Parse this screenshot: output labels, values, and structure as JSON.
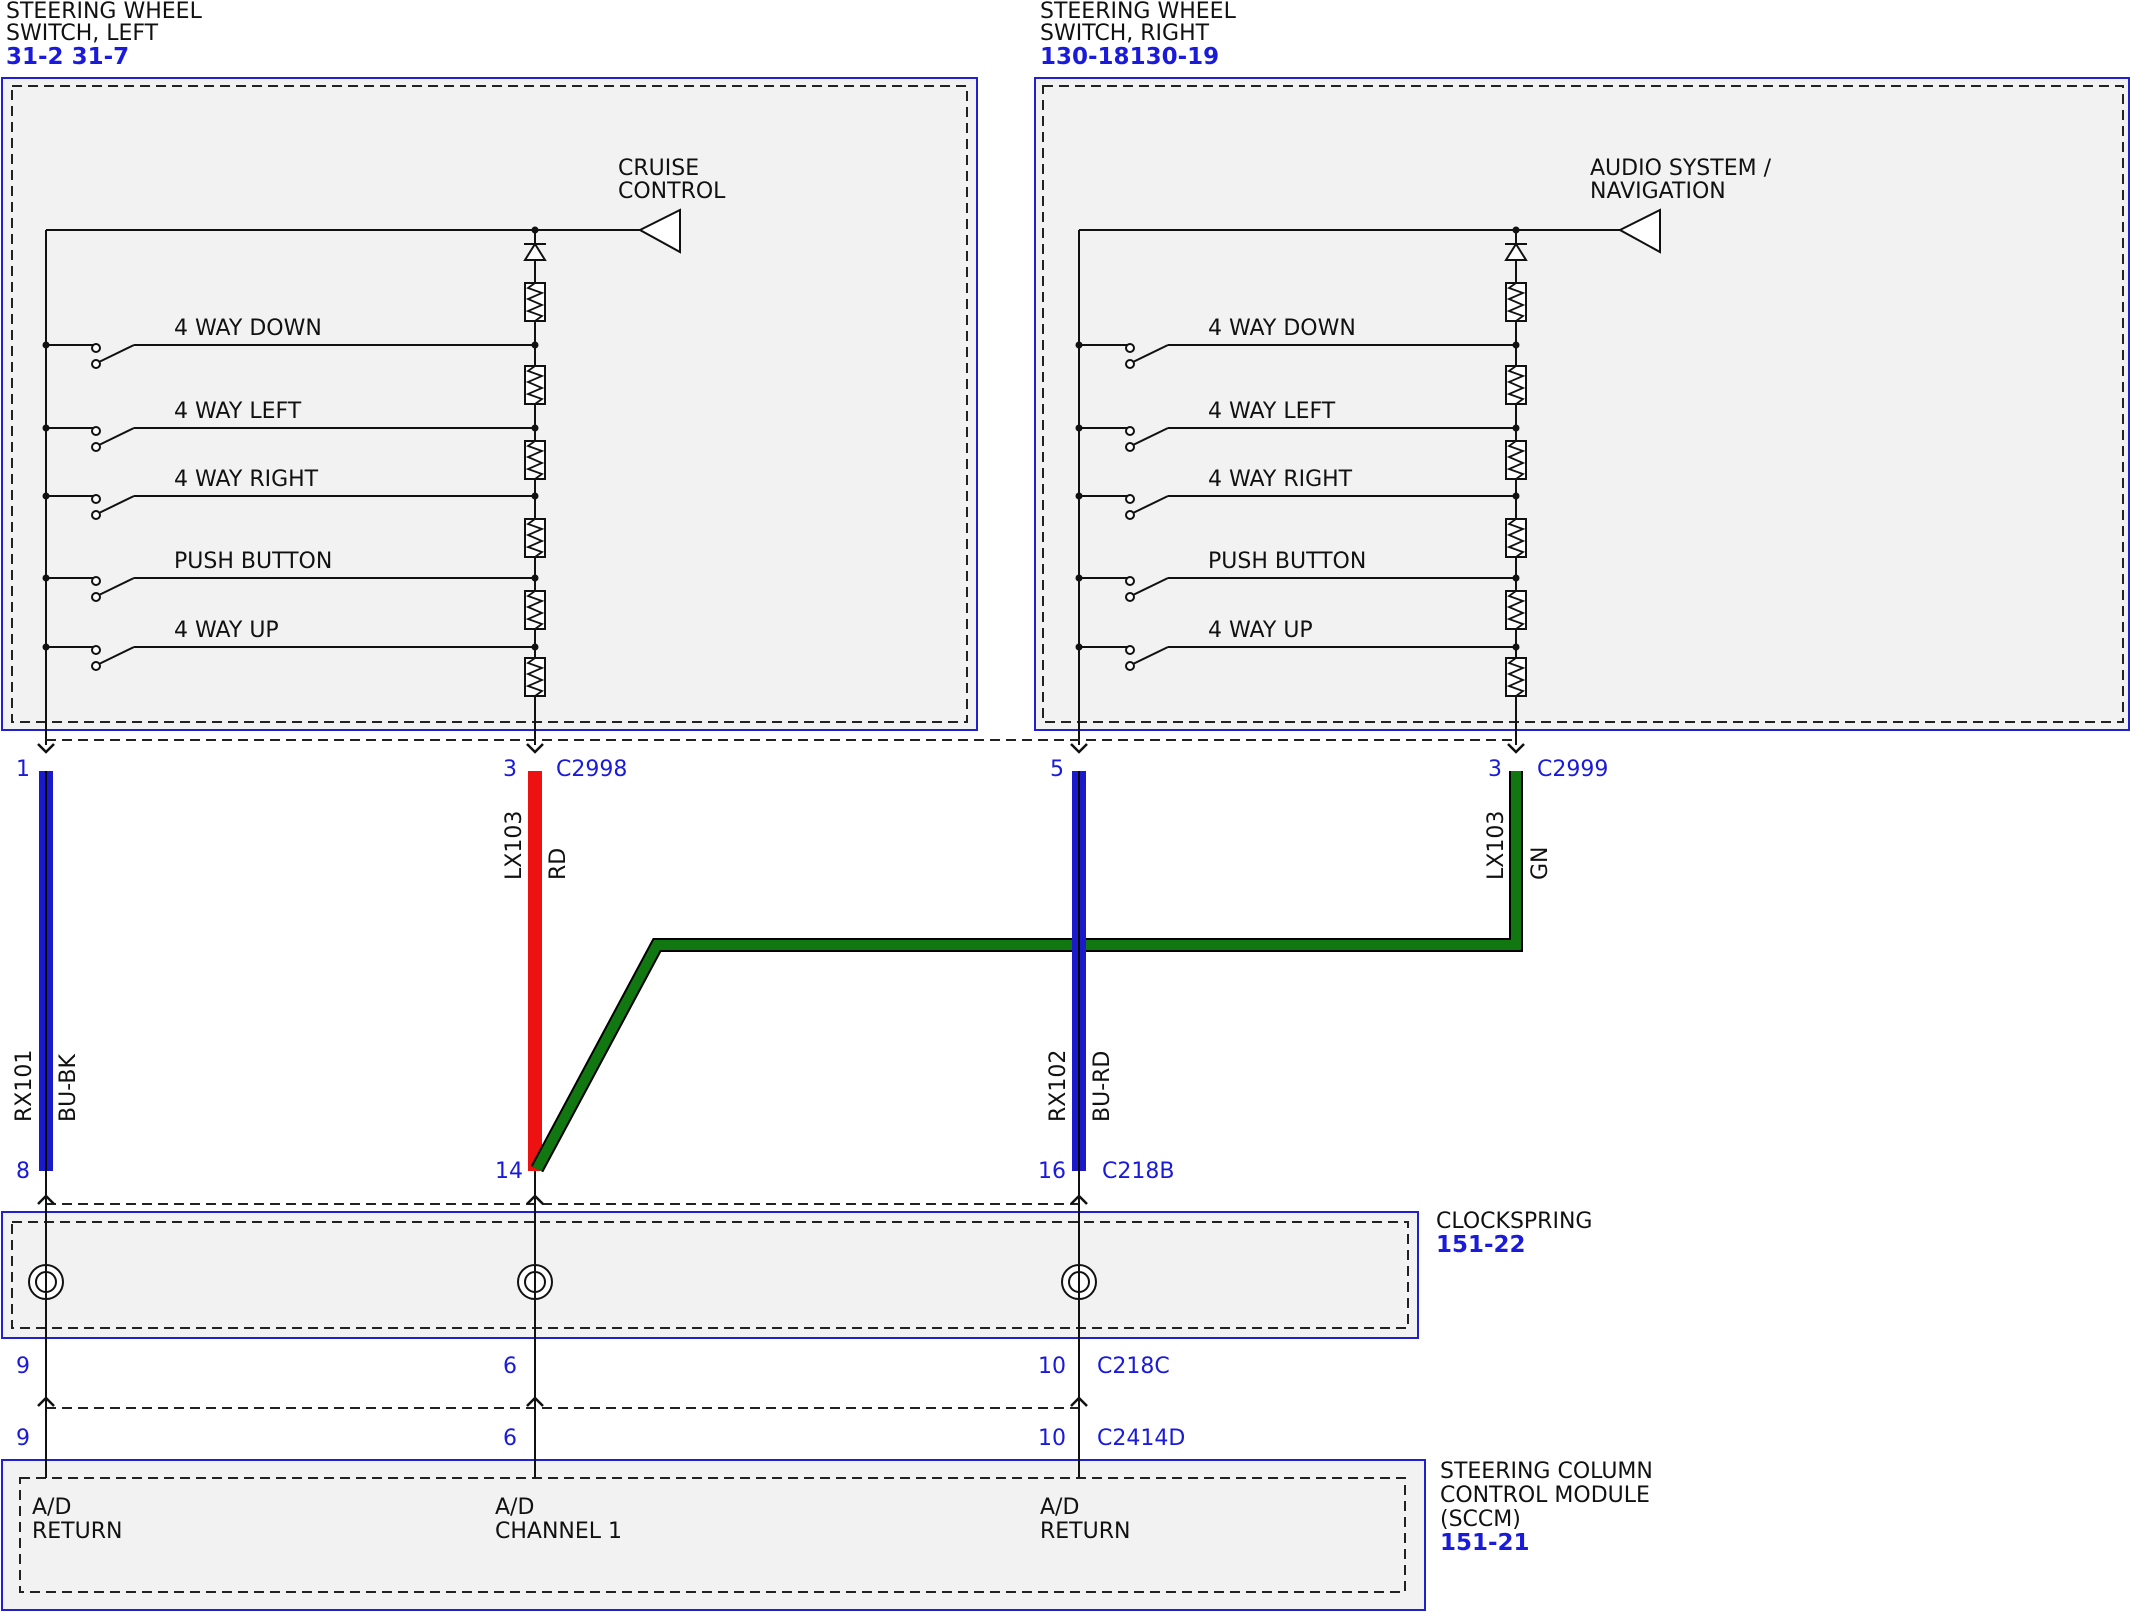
{
  "modules": {
    "sw_left": {
      "title_line1": "STEERING WHEEL",
      "title_line2": "SWITCH, LEFT",
      "ref": "31-2  31-7",
      "output_label_line1": "CRUISE",
      "output_label_line2": "CONTROL"
    },
    "sw_right": {
      "title_line1": "STEERING WHEEL",
      "title_line2": "SWITCH, RIGHT",
      "ref": "130-18130-19",
      "output_label_line1": "AUDIO SYSTEM /",
      "output_label_line2": "NAVIGATION"
    },
    "clockspring": {
      "title": "CLOCKSPRING",
      "ref": "151-22"
    },
    "sccm": {
      "title_line1": "STEERING COLUMN",
      "title_line2": "CONTROL MODULE",
      "title_line3": "(SCCM)",
      "ref": "151-21"
    }
  },
  "switch_labels": [
    "4 WAY DOWN",
    "4 WAY LEFT",
    "4 WAY RIGHT",
    "PUSH BUTTON",
    "4 WAY UP"
  ],
  "connectors": {
    "c2998": "C2998",
    "c2999": "C2999",
    "c218b": "C218B",
    "c218c": "C218C",
    "c2414d": "C2414D"
  },
  "pins": {
    "left_top": "1",
    "mid_top": "3",
    "rightA_top": "5",
    "rightB_top": "3",
    "left_c218b": "8",
    "mid_c218b": "14",
    "right_c218b": "16",
    "left_c218c": "9",
    "mid_c218c": "6",
    "right_c218c": "10",
    "left_sccm": "9",
    "mid_sccm": "6",
    "right_sccm": "10"
  },
  "wires": [
    {
      "circuit": "RX101",
      "color": "BU-BK",
      "hex": "#1a1acc"
    },
    {
      "circuit": "LX103",
      "color": "RD",
      "hex": "#ee1111"
    },
    {
      "circuit": "RX102",
      "color": "BU-RD",
      "hex": "#1a1acc"
    },
    {
      "circuit": "LX103",
      "color": "GN",
      "hex": "#117711"
    }
  ],
  "sccm_labels": {
    "left_line1": "A/D",
    "left_line2": "RETURN",
    "mid_line1": "A/D",
    "mid_line2": "CHANNEL 1",
    "right_line1": "A/D",
    "right_line2": "RETURN"
  }
}
